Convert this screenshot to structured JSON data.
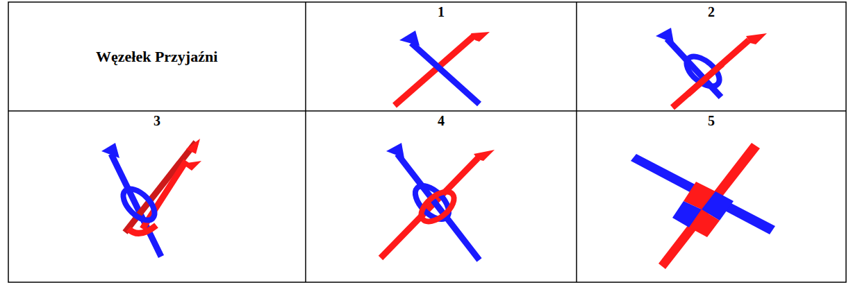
{
  "diagram": {
    "labels": [
      "Węzełek Przyjaźni",
      "1",
      "2",
      "3",
      "4",
      "5"
    ]
  }
}
